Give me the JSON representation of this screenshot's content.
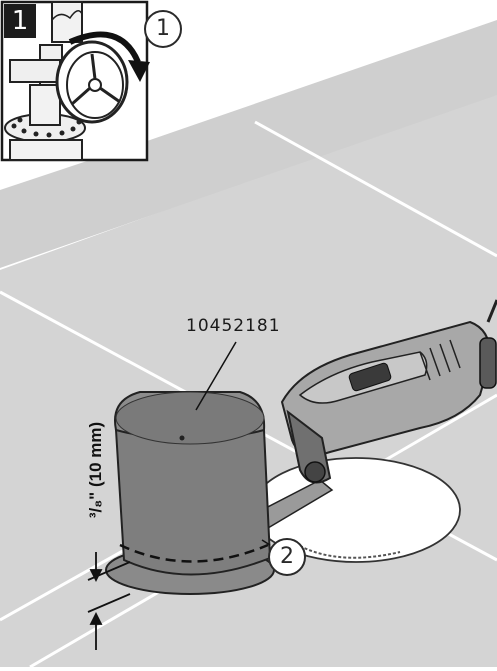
{
  "figure": {
    "step_number": "1",
    "callout_1": "1",
    "callout_2": "2",
    "part_number": "10452181",
    "dimension_label": "³/₈\" (10 mm)"
  }
}
